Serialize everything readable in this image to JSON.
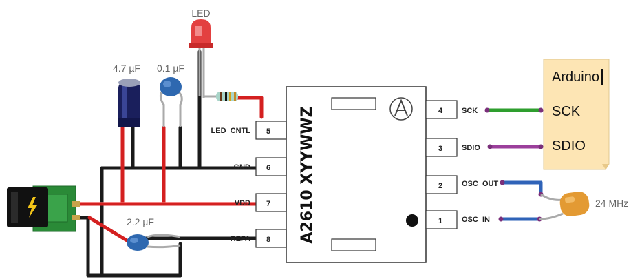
{
  "components": {
    "led_label": "LED",
    "cap_47": "4.7 µF",
    "cap_01": "0.1 µF",
    "cap_22": "2.2 µF",
    "crystal": "24 MHz"
  },
  "chip": {
    "part": "A2610 XYYWWZ",
    "left_pins": [
      {
        "num": "5",
        "label": "LED_CNTL"
      },
      {
        "num": "6",
        "label": "GND"
      },
      {
        "num": "7",
        "label": "VDD"
      },
      {
        "num": "8",
        "label": "REFA"
      }
    ],
    "right_pins": [
      {
        "num": "4",
        "label": "SCK"
      },
      {
        "num": "3",
        "label": "SDIO"
      },
      {
        "num": "2",
        "label": "OSC_OUT"
      },
      {
        "num": "1",
        "label": "OSC_IN"
      }
    ]
  },
  "note": {
    "title": "Arduino",
    "lines": [
      "SCK",
      "SDIO"
    ]
  },
  "colors": {
    "wire_red": "#d42020",
    "wire_black": "#1a1a1a",
    "wire_green": "#2e9e2e",
    "wire_purple": "#9b3f9b",
    "wire_blue": "#2f63b8",
    "note_bg": "#fde5b4"
  }
}
